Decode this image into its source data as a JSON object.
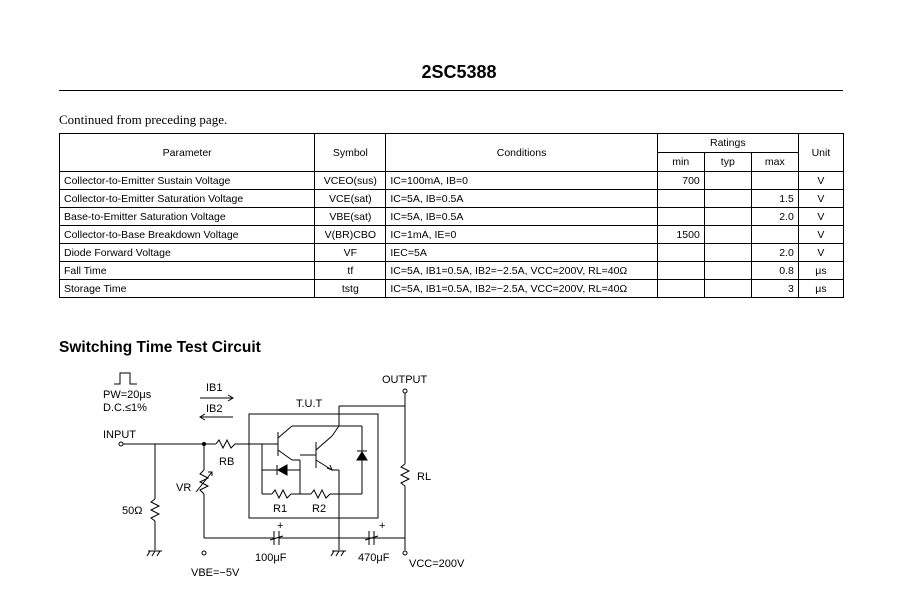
{
  "page_title": "2SC5388",
  "continued_note": "Continued from preceding page.",
  "table": {
    "headers": {
      "parameter": "Parameter",
      "symbol": "Symbol",
      "conditions": "Conditions",
      "ratings": "Ratings",
      "min": "min",
      "typ": "typ",
      "max": "max",
      "unit": "Unit"
    },
    "rows": [
      {
        "parameter": "Collector-to-Emitter Sustain Voltage",
        "symbol": "VCEO(sus)",
        "conditions": "IC=100mA, IB=0",
        "min": "700",
        "typ": "",
        "max": "",
        "unit": "V"
      },
      {
        "parameter": "Collector-to-Emitter Saturation Voltage",
        "symbol": "VCE(sat)",
        "conditions": "IC=5A, IB=0.5A",
        "min": "",
        "typ": "",
        "max": "1.5",
        "unit": "V"
      },
      {
        "parameter": "Base-to-Emitter Saturation Voltage",
        "symbol": "VBE(sat)",
        "conditions": "IC=5A, IB=0.5A",
        "min": "",
        "typ": "",
        "max": "2.0",
        "unit": "V"
      },
      {
        "parameter": "Collector-to-Base Breakdown Voltage",
        "symbol": "V(BR)CBO",
        "conditions": "IC=1mA, IE=0",
        "min": "1500",
        "typ": "",
        "max": "",
        "unit": "V"
      },
      {
        "parameter": "Diode Forward Voltage",
        "symbol": "VF",
        "conditions": "IEC=5A",
        "min": "",
        "typ": "",
        "max": "2.0",
        "unit": "V"
      },
      {
        "parameter": "Fall Time",
        "symbol": "tf",
        "conditions": "IC=5A, IB1=0.5A, IB2=−2.5A, VCC=200V, RL=40Ω",
        "min": "",
        "typ": "",
        "max": "0.8",
        "unit": "μs"
      },
      {
        "parameter": "Storage Time",
        "symbol": "tstg",
        "conditions": "IC=5A, IB1=0.5A, IB2=−2.5A, VCC=200V, RL=40Ω",
        "min": "",
        "typ": "",
        "max": "3",
        "unit": "μs"
      }
    ]
  },
  "section_title": "Switching Time Test Circuit",
  "circuit": {
    "pulse_width": "PW=20μs",
    "duty_cycle": "D.C.≤1%",
    "input_label": "INPUT",
    "output_label": "OUTPUT",
    "ib1_label": "IB1",
    "ib2_label": "IB2",
    "tut_label": "T.U.T",
    "rb_label": "RB",
    "vr_label": "VR",
    "r1_label": "R1",
    "r2_label": "R2",
    "rl_label": "RL",
    "r50_label": "50Ω",
    "cap1_label": "100μF",
    "cap2_label": "470μF",
    "vbe_label": "VBE=−5V",
    "vcc_label": "VCC=200V"
  }
}
